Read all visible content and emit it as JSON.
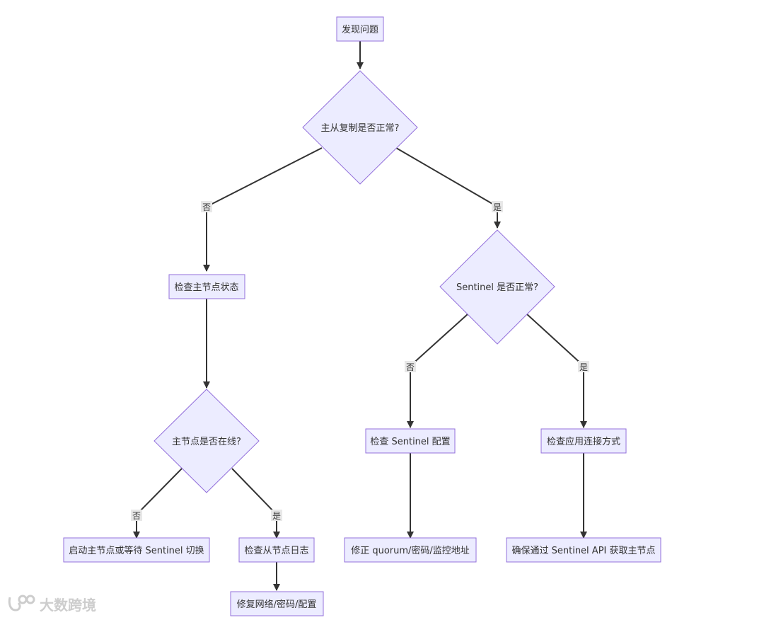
{
  "nodes": {
    "start": "发现问题",
    "q_replication": "主从复制是否正常?",
    "check_master": "检查主节点状态",
    "q_master_online": "主节点是否在线?",
    "start_master": "启动主节点或等待 Sentinel 切换",
    "check_slave_log": "检查从节点日志",
    "fix_network": "修复网络/密码/配置",
    "q_sentinel": "Sentinel 是否正常?",
    "check_sentinel_cfg": "检查 Sentinel 配置",
    "fix_quorum": "修正 quorum/密码/监控地址",
    "check_app_conn": "检查应用连接方式",
    "ensure_api": "确保通过 Sentinel API 获取主节点"
  },
  "edge_labels": {
    "no": "否",
    "yes": "是"
  },
  "watermark": {
    "text": "大数跨境"
  }
}
